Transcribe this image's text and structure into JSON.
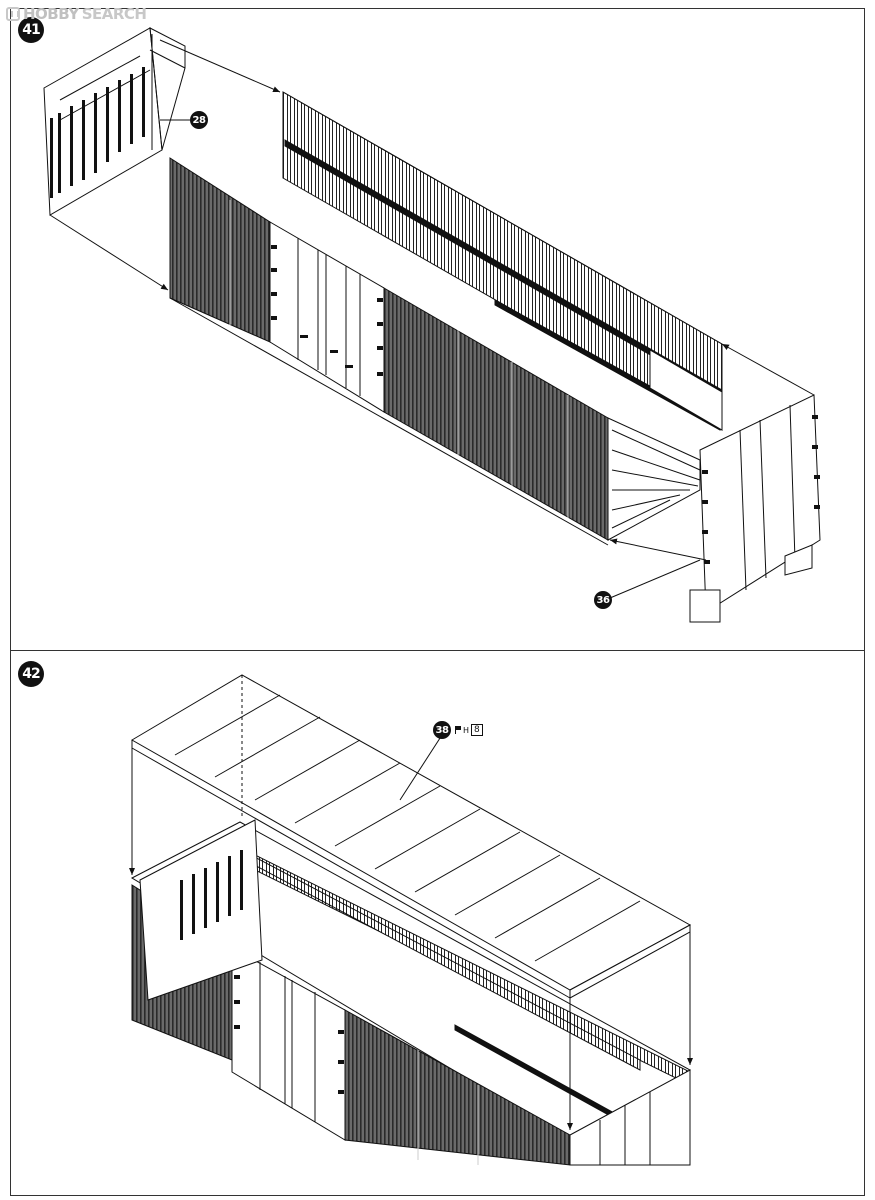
{
  "watermark": {
    "brand": "HOBBY",
    "word": "SEARCH"
  },
  "steps": [
    {
      "number": "41",
      "parts": [
        "28",
        "36"
      ]
    },
    {
      "number": "42",
      "parts": [
        "38"
      ],
      "paint_prefix": "H",
      "paint_code": "8"
    }
  ],
  "colors": {
    "ink": "#111111",
    "panel_fill": "#555555",
    "page": "#ffffff"
  },
  "icons": [
    "step-badge",
    "part-callout",
    "paint-flag-icon"
  ]
}
